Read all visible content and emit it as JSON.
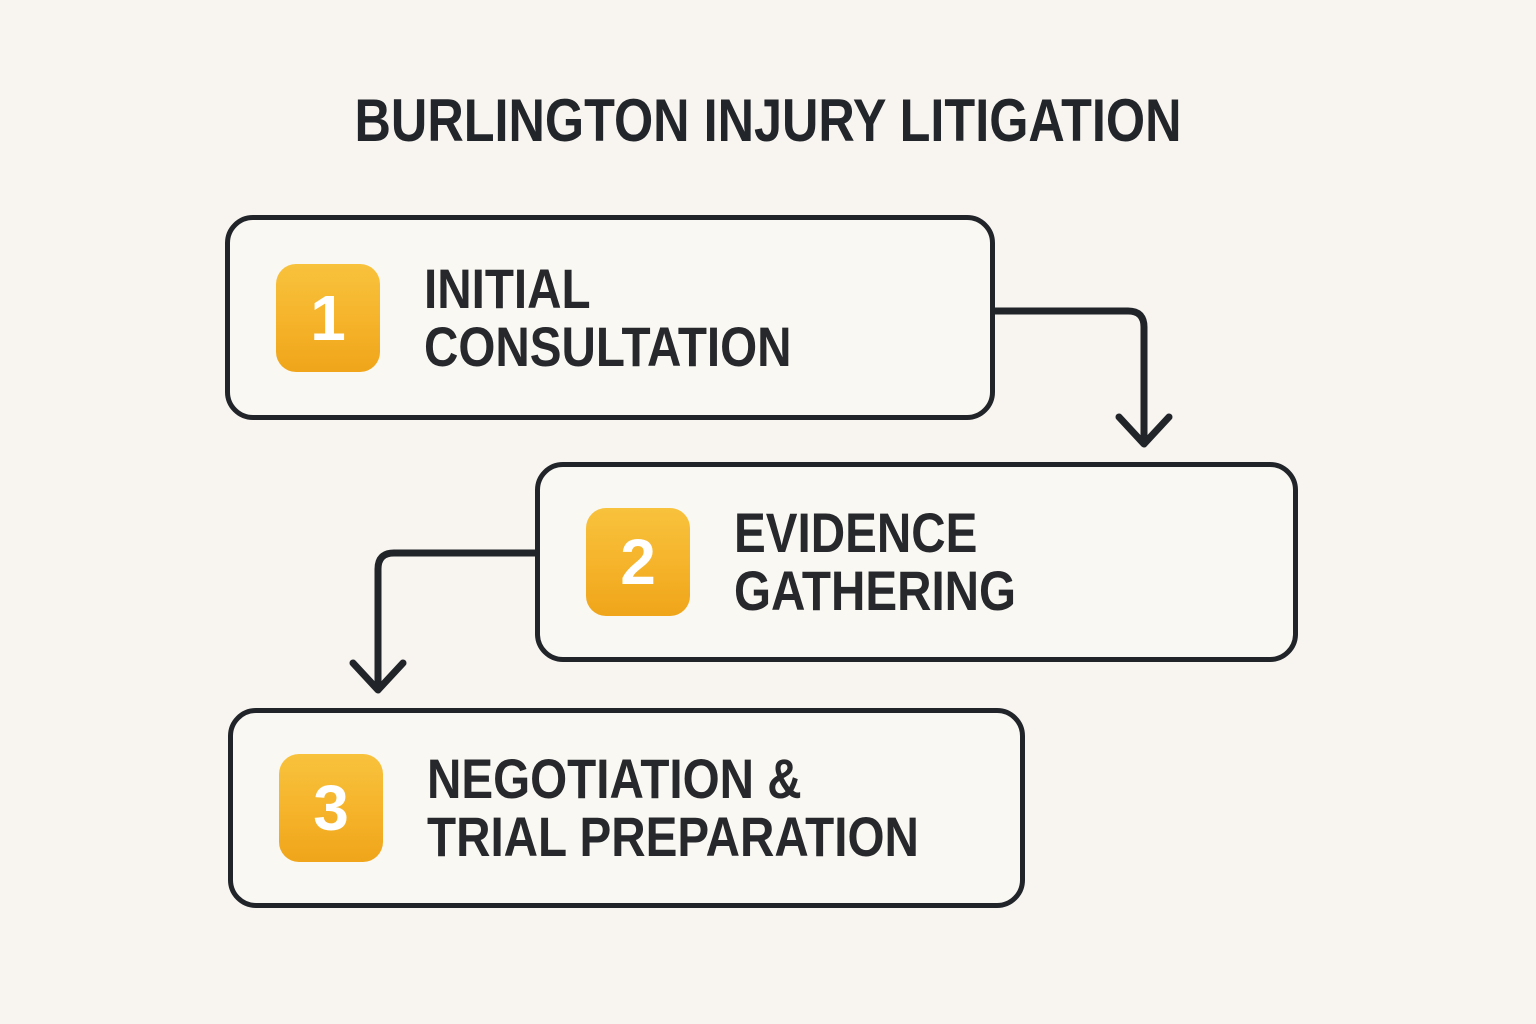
{
  "title": "BURLINGTON INJURY LITIGATION",
  "steps": [
    {
      "number": "1",
      "label_line1": "INITIAL",
      "label_line2": "CONSULTATION"
    },
    {
      "number": "2",
      "label_line1": "EVIDENCE",
      "label_line2": "GATHERING"
    },
    {
      "number": "3",
      "label_line1": "NEGOTIATION &",
      "label_line2": "TRIAL PREPARATION"
    }
  ],
  "colors": {
    "background": "#F8F5F1",
    "box_fill": "#FAF8F3",
    "outline": "#212429",
    "badge_gradient_top": "#F8C23C",
    "badge_gradient_bottom": "#F0A51A",
    "badge_text": "#FFFFFF",
    "text": "#26282C"
  }
}
